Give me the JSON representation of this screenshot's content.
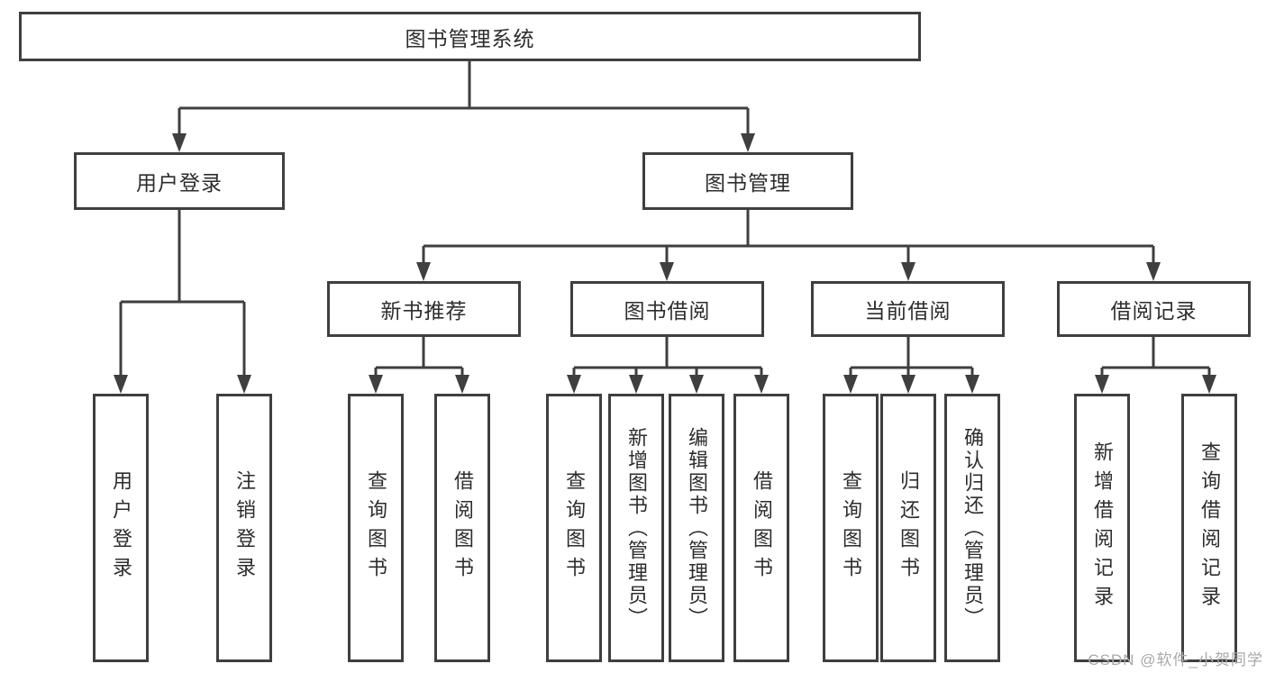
{
  "diagram": {
    "root": {
      "label": "图书管理系统"
    },
    "level2": [
      {
        "label": "用户登录"
      },
      {
        "label": "图书管理"
      }
    ],
    "level3": [
      {
        "label": "新书推荐"
      },
      {
        "label": "图书借阅"
      },
      {
        "label": "当前借阅"
      },
      {
        "label": "借阅记录"
      }
    ],
    "leafGroups": [
      {
        "parent": "用户登录",
        "items": [
          {
            "label": "用户登录"
          },
          {
            "label": "注销登录"
          }
        ]
      },
      {
        "parent": "新书推荐",
        "items": [
          {
            "label": "查询图书"
          },
          {
            "label": "借阅图书"
          }
        ]
      },
      {
        "parent": "图书借阅",
        "items": [
          {
            "label": "查询图书"
          },
          {
            "label": "新增图书（管理员）"
          },
          {
            "label": "编辑图书（管理员）"
          },
          {
            "label": "借阅图书"
          }
        ]
      },
      {
        "parent": "当前借阅",
        "items": [
          {
            "label": "查询图书"
          },
          {
            "label": "归还图书"
          },
          {
            "label": "确认归还（管理员）"
          }
        ]
      },
      {
        "parent": "借阅记录",
        "items": [
          {
            "label": "新增借阅记录"
          },
          {
            "label": "查询借阅记录"
          }
        ]
      }
    ]
  },
  "watermark": {
    "text": "CSDN @软件_小贺同学"
  },
  "colors": {
    "line": "#3f3f3f",
    "text": "#2d2d2d",
    "watermark": "#a9a9a9",
    "background": "#ffffff"
  }
}
